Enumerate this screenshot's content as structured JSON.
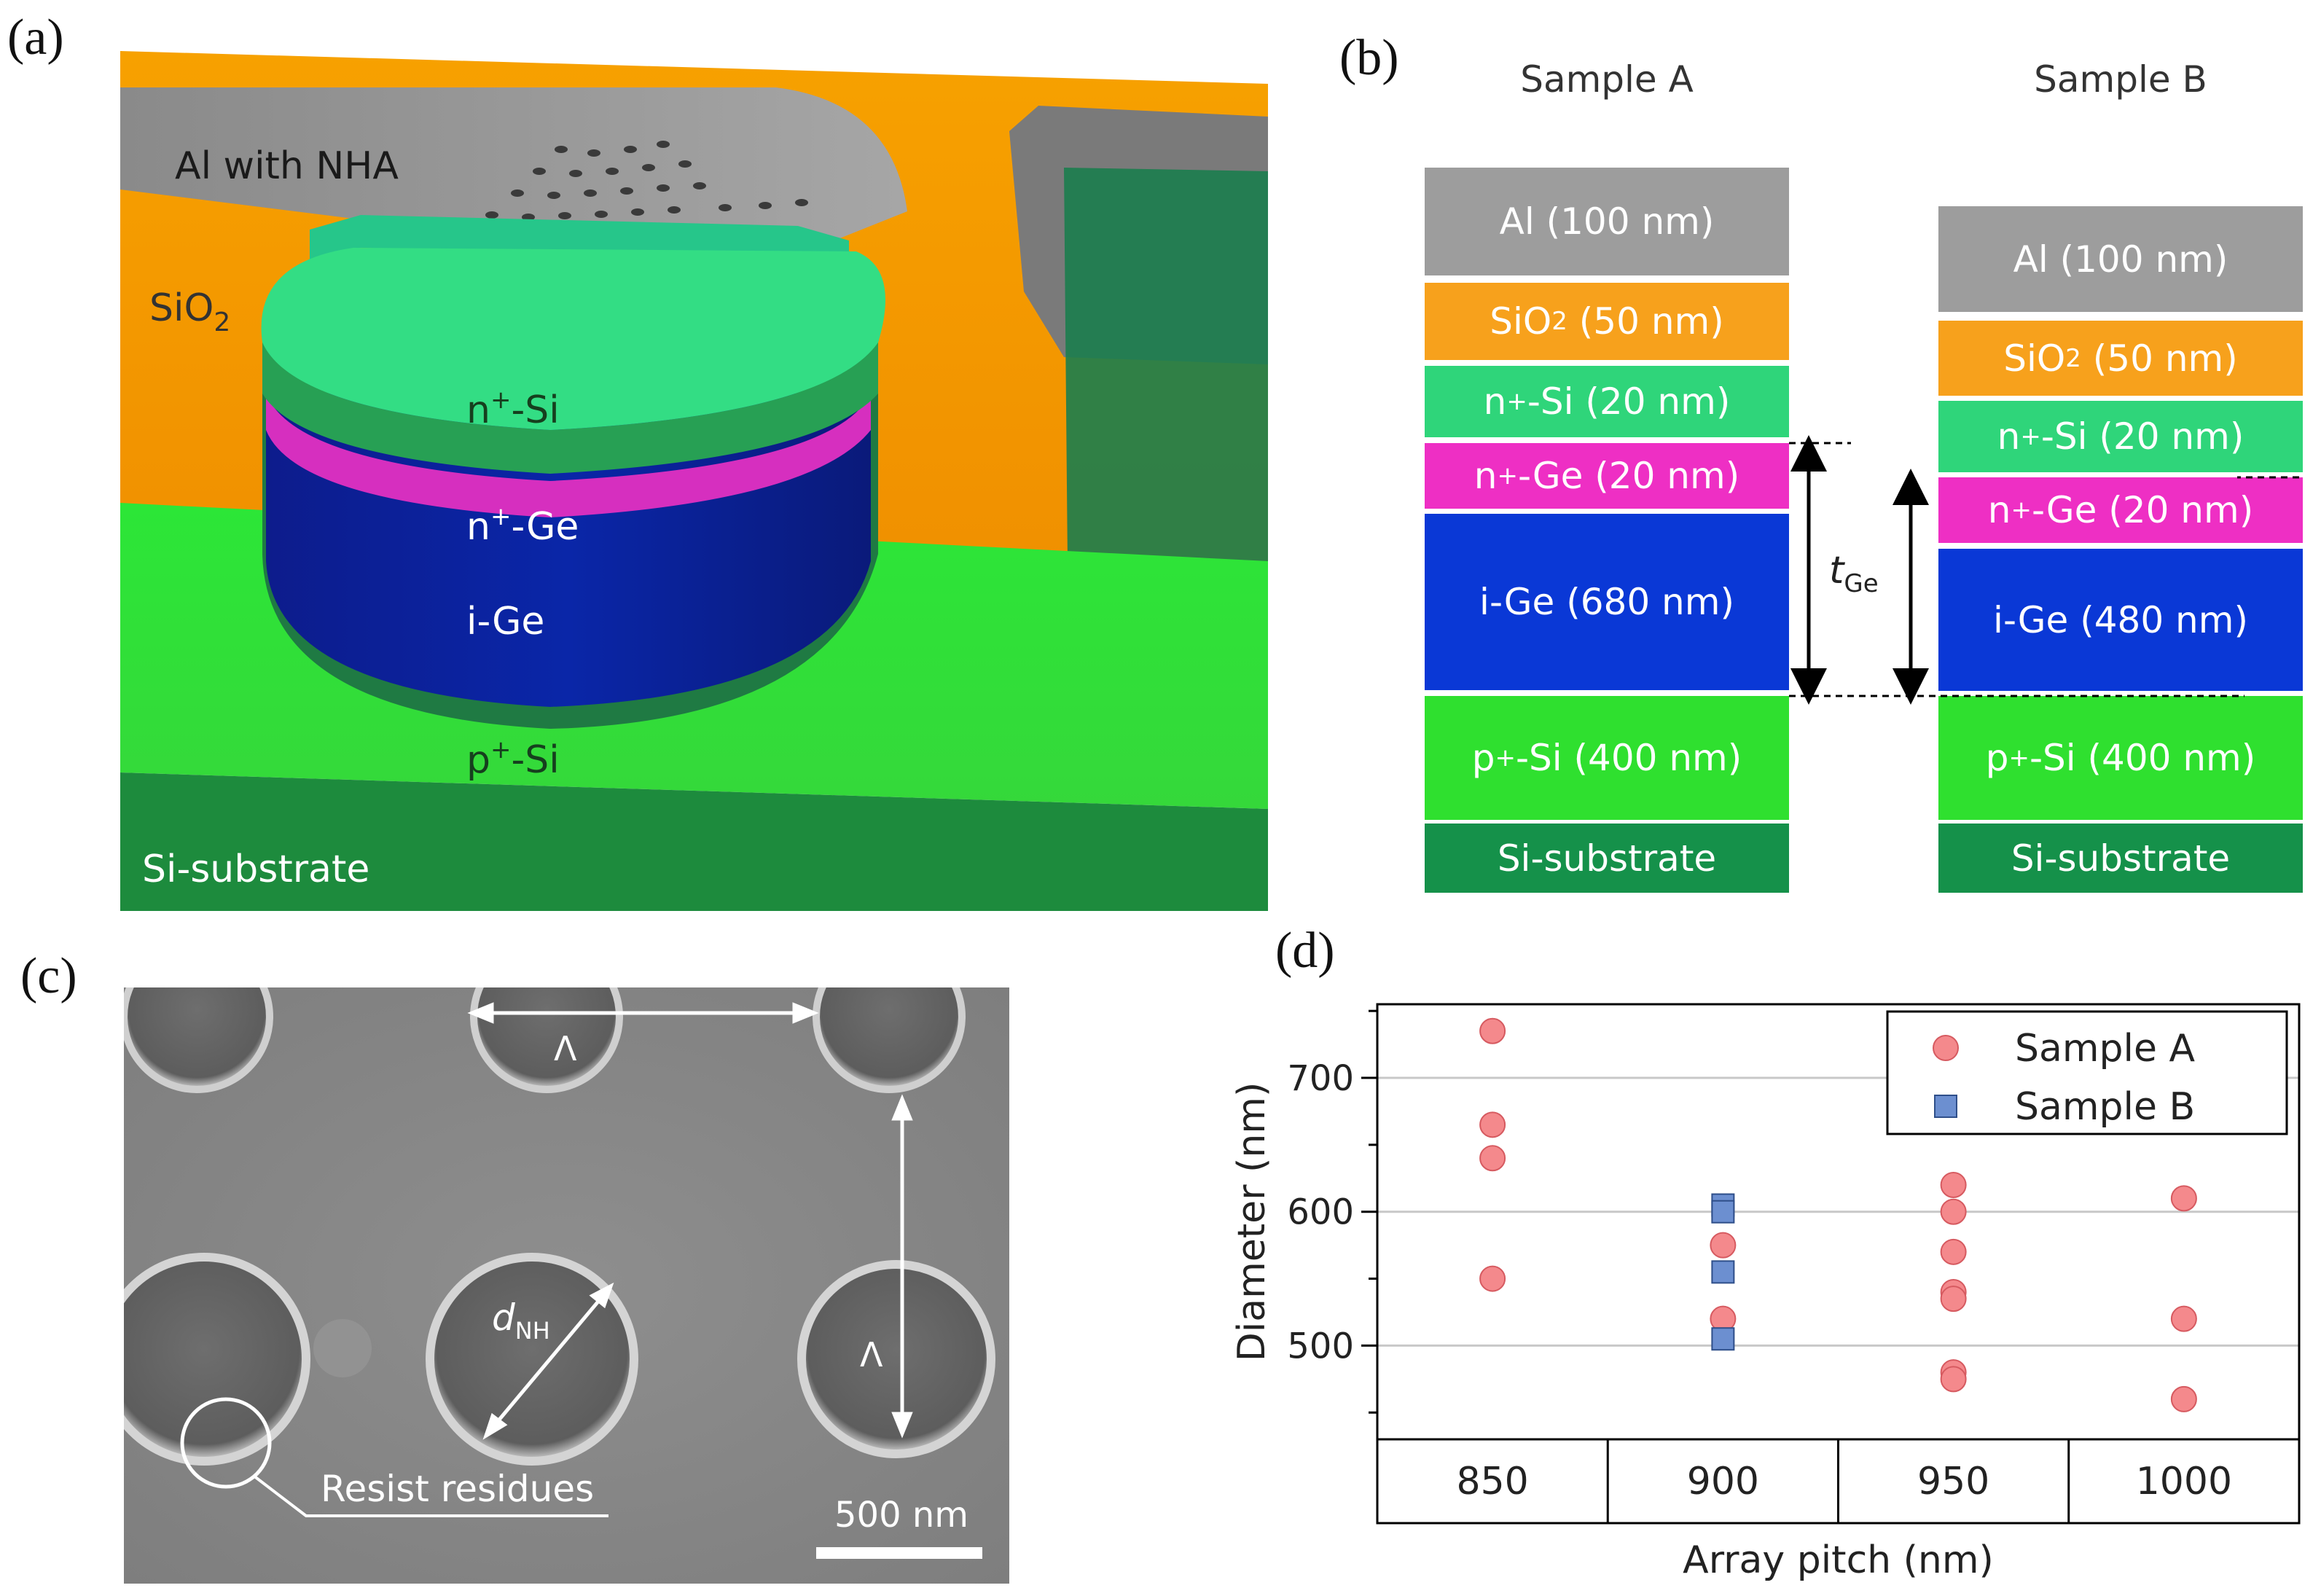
{
  "panels": {
    "a": "(a)",
    "b": "(b)",
    "c": "(c)",
    "d": "(d)"
  },
  "panel_a": {
    "labels": {
      "al": "Al with NHA",
      "sio2": "SiO",
      "sio2_sub": "2",
      "n_si": "n",
      "n_si_sup": "+",
      "n_si_rest": "-Si",
      "n_ge": "n",
      "n_ge_sup": "+",
      "n_ge_rest": "-Ge",
      "i_ge": "i-Ge",
      "p_si": "p",
      "p_si_sup": "+",
      "p_si_rest": "-Si",
      "substrate": "Si-substrate"
    },
    "colors": {
      "orange": "#f5a000",
      "gray": "#8c8c8c",
      "mint": "#2fd57a",
      "magenta": "#d62fbf",
      "blue": "#0a1e9a",
      "green": "#2fe63a",
      "darkgreen": "#1c8a3c"
    }
  },
  "panel_b": {
    "thickness_label": "t",
    "thickness_sub": "Ge",
    "samples": [
      {
        "title": "Sample A",
        "layers": [
          {
            "name": "Al",
            "text": "Al (100 nm)",
            "color": "#9d9d9d"
          },
          {
            "name": "SiO2",
            "pre": "SiO",
            "sub": "2",
            "post": " (50 nm)",
            "color": "#f7a11c"
          },
          {
            "name": "n+Si",
            "pre": "n",
            "sup": "+",
            "post": "-Si (20 nm)",
            "color": "#2fd57a"
          },
          {
            "name": "n+Ge",
            "pre": "n",
            "sup": "+",
            "post": "-Ge (20 nm)",
            "color": "#ee2fc4"
          },
          {
            "name": "iGe",
            "text": "i-Ge (680 nm)",
            "color": "#0a38d6"
          },
          {
            "name": "p+Si",
            "pre": "p",
            "sup": "+",
            "post": "-Si (400 nm)",
            "color": "#2fe02f"
          },
          {
            "name": "Si-substrate",
            "text": "Si-substrate",
            "color": "#15914a"
          }
        ]
      },
      {
        "title": "Sample B",
        "layers": [
          {
            "name": "Al",
            "text": "Al (100 nm)",
            "color": "#9d9d9d"
          },
          {
            "name": "SiO2",
            "pre": "SiO",
            "sub": "2",
            "post": " (50 nm)",
            "color": "#f7a11c"
          },
          {
            "name": "n+Si",
            "pre": "n",
            "sup": "+",
            "post": "-Si (20 nm)",
            "color": "#2fd57a"
          },
          {
            "name": "n+Ge",
            "pre": "n",
            "sup": "+",
            "post": "-Ge (20 nm)",
            "color": "#ee2fc4"
          },
          {
            "name": "iGe",
            "text": "i-Ge (480 nm)",
            "color": "#0a38d6"
          },
          {
            "name": "p+Si",
            "pre": "p",
            "sup": "+",
            "post": "-Si (400 nm)",
            "color": "#2fe02f"
          },
          {
            "name": "Si-substrate",
            "text": "Si-substrate",
            "color": "#15914a"
          }
        ]
      }
    ]
  },
  "panel_c": {
    "lambda": "Λ",
    "d_label": "d",
    "d_sub": "NH",
    "resist": "Resist residues",
    "scale": "500 nm"
  },
  "chart_data": {
    "type": "scatter",
    "xlabel": "Array pitch (nm)",
    "ylabel": "Diameter (nm)",
    "categories": [
      "850",
      "900",
      "950",
      "1000"
    ],
    "ylim": [
      430,
      755
    ],
    "yticks": [
      500,
      600,
      700
    ],
    "grid": true,
    "legend_position": "top-right",
    "series": [
      {
        "name": "Sample A",
        "marker": "circle",
        "color": "#f4898c",
        "points": [
          {
            "x": "850",
            "y": 735
          },
          {
            "x": "850",
            "y": 665
          },
          {
            "x": "850",
            "y": 640
          },
          {
            "x": "850",
            "y": 550
          },
          {
            "x": "900",
            "y": 575
          },
          {
            "x": "900",
            "y": 520
          },
          {
            "x": "950",
            "y": 620
          },
          {
            "x": "950",
            "y": 600
          },
          {
            "x": "950",
            "y": 570
          },
          {
            "x": "950",
            "y": 540
          },
          {
            "x": "950",
            "y": 535
          },
          {
            "x": "950",
            "y": 480
          },
          {
            "x": "950",
            "y": 475
          },
          {
            "x": "1000",
            "y": 610
          },
          {
            "x": "1000",
            "y": 520
          },
          {
            "x": "1000",
            "y": 460
          }
        ]
      },
      {
        "name": "Sample B",
        "marker": "square",
        "color": "#6c8fd0",
        "points": [
          {
            "x": "900",
            "y": 605
          },
          {
            "x": "900",
            "y": 600
          },
          {
            "x": "900",
            "y": 555
          },
          {
            "x": "900",
            "y": 505
          }
        ]
      }
    ]
  }
}
